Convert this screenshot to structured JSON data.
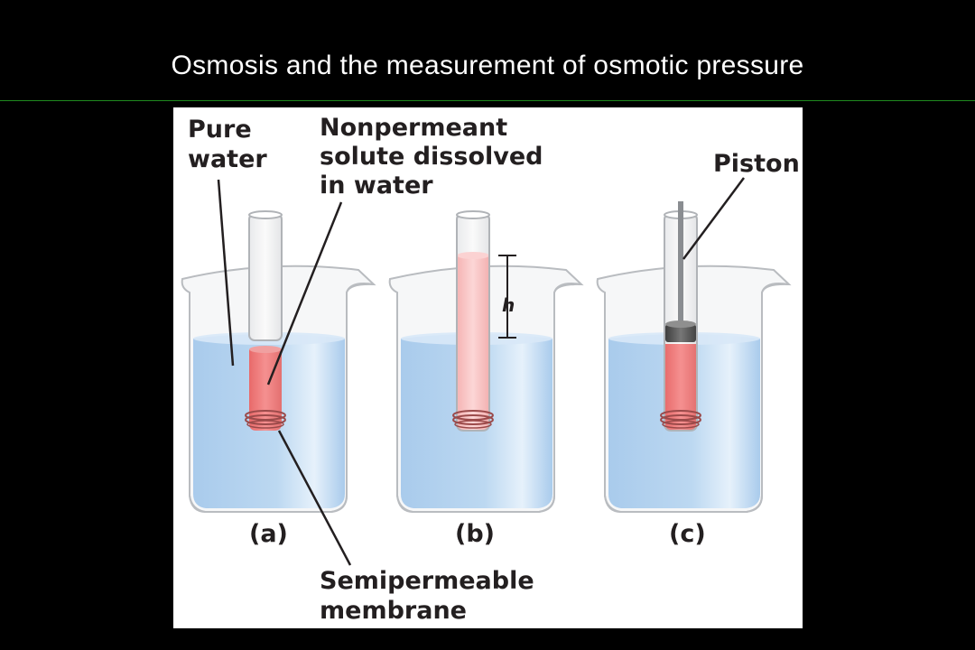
{
  "slide": {
    "title": "Osmosis and the measurement of osmotic pressure"
  },
  "figure": {
    "labels": {
      "pure_water": [
        "Pure",
        "water"
      ],
      "solute": [
        "Nonpermeant",
        "solute dissolved",
        "in water"
      ],
      "piston": "Piston",
      "membrane": [
        "Semipermeable",
        "membrane"
      ],
      "height": "h"
    },
    "panels": [
      "(a)",
      "(b)",
      "(c)"
    ]
  },
  "colors": {
    "background": "#000000",
    "title_text": "#ffffff",
    "rule": "#1f8a1f",
    "water": "#b3d2ee",
    "solution": "#f07f7f",
    "solution_light": "#f8c0c0",
    "piston": "#555555"
  }
}
